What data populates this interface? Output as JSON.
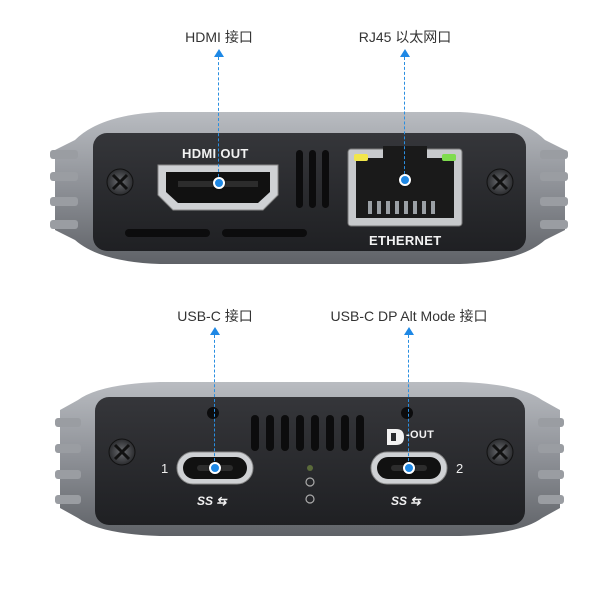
{
  "top_device": {
    "callouts": [
      {
        "label": "HDMI 接口"
      },
      {
        "label": "RJ45 以太网口"
      }
    ],
    "hdmi_port_label": "HDMI OUT",
    "ethernet_port_label": "ETHERNET"
  },
  "bottom_device": {
    "callouts": [
      {
        "label": "USB-C 接口"
      },
      {
        "label": "USB-C DP Alt Mode 接口"
      }
    ],
    "port_1_number": "1",
    "port_2_number": "2",
    "dp_out_label": "-OUT",
    "ss_logo_text": "SS",
    "colors": {
      "accent": "#1e88e5",
      "body": "#8a8d92",
      "panel": "#2a2b2e"
    }
  }
}
